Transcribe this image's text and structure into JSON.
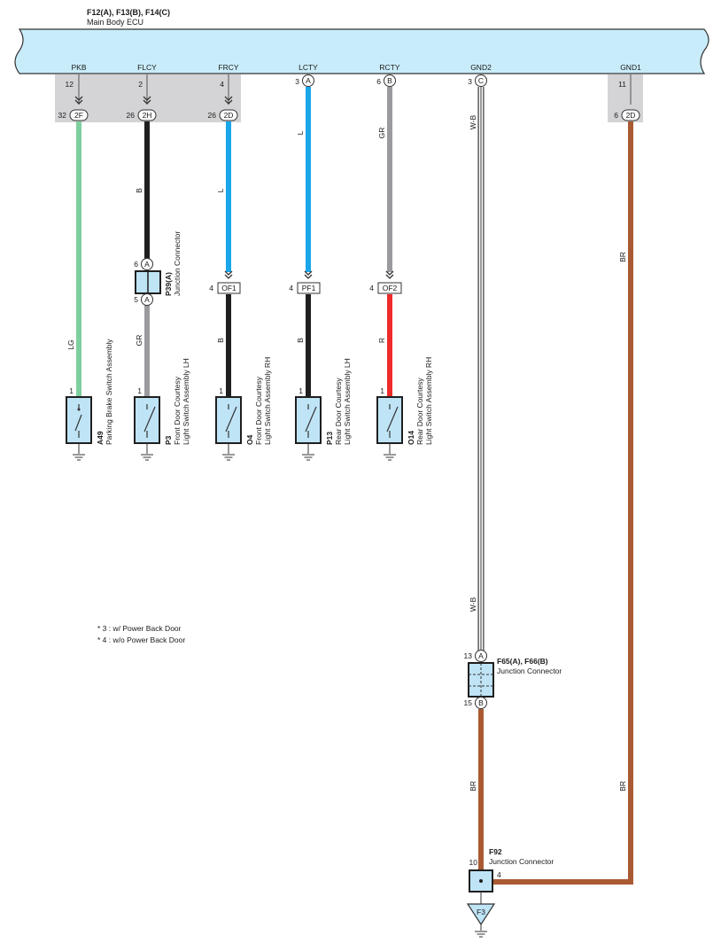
{
  "ecu": {
    "connectors": "F12(A), F13(B), F14(C)",
    "name": "Main Body ECU",
    "terminals": [
      "PKB",
      "FLCY",
      "FRCY",
      "LCTY",
      "RCTY",
      "GND2",
      "GND1"
    ]
  },
  "pins": {
    "pkb_ecu": "12",
    "flcy_ecu": "2",
    "frcy_ecu": "4",
    "lcty_ecu": "3",
    "rcty_ecu": "6",
    "gnd2_ecu": "3",
    "gnd1_ecu": "11",
    "pkb_jc": "32",
    "flcy_jc": "26",
    "frcy_jc": "26",
    "gnd1_jc": "6",
    "of1": "4",
    "pf1": "4",
    "of2": "4",
    "p39_top": "6",
    "p39_bottom": "5",
    "sw_a49": "1",
    "sw_p3": "1",
    "sw_o4": "1",
    "sw_p13": "1",
    "sw_o14": "1",
    "f65_top": "13",
    "f65_bottom": "15",
    "f92_in": "10",
    "f92_out": "4"
  },
  "connector_badges": {
    "pkb": "2F",
    "flcy": "2H",
    "frcy": "2D",
    "lcty": "A",
    "rcty": "B",
    "gnd2": "C",
    "gnd1": "2D",
    "of1": "OF1",
    "pf1": "PF1",
    "of2": "OF2",
    "p39_top": "A",
    "p39_bottom": "A",
    "f65_top": "A",
    "f65_bottom": "B"
  },
  "wire_colors": {
    "pkb": "LG",
    "flcy_upper": "B",
    "flcy_lower": "GR",
    "frcy_upper": "L",
    "frcy_lower": "B",
    "lcty_upper": "L",
    "lcty_lower": "B",
    "rcty_upper": "GR",
    "rcty_lower": "R",
    "gnd2_upper": "W-B",
    "gnd2_lower": "W-B",
    "gnd1_upper": "BR",
    "gnd1_lower": "BR",
    "f65_to_f92": "BR"
  },
  "components": {
    "p39": {
      "code": "P39(A)",
      "name": "Junction Connector"
    },
    "a49": {
      "code": "A49",
      "name": "Parking Brake Switch Assembly"
    },
    "p3": {
      "code": "P3",
      "name1": "Front Door Courtesy",
      "name2": "Light Switch Assembly LH"
    },
    "o4": {
      "code": "O4",
      "name1": "Front Door Courtesy",
      "name2": "Light Switch Assembly RH"
    },
    "p13": {
      "code": "P13",
      "name1": "Rear Door Courtesy",
      "name2": "Light Switch Assembly LH"
    },
    "o14": {
      "code": "O14",
      "name1": "Rear Door Courtesy",
      "name2": "Light Switch Assembly RH"
    },
    "f65": {
      "code": "F65(A), F66(B)",
      "name": "Junction Connector"
    },
    "f92": {
      "code": "F92",
      "name": "Junction Connector"
    },
    "ground": {
      "code": "F3"
    }
  },
  "notes": [
    "* 3 : w/ Power Back Door",
    "* 4 : w/o Power Back Door"
  ],
  "colors": {
    "ecu_fill": "#c9ecfa",
    "junction_fill": "#d4d4d6",
    "lg": "#7ecf9e",
    "black": "#1f1f1f",
    "blue": "#1aa6e8",
    "gray": "#9b9b9f",
    "red": "#ee2a2a",
    "brown": "#a95a32",
    "switch_fill": "#bfe4f6"
  }
}
